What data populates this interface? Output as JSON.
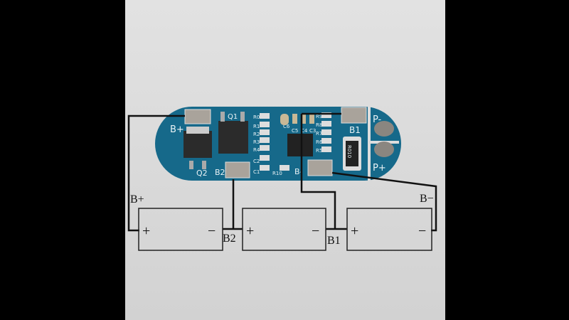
{
  "board": {
    "pads": {
      "b_plus": "B+",
      "b2": "B2",
      "b1": "B1",
      "b_minus": "B-",
      "p_minus": "P-",
      "p_plus": "P+"
    },
    "components": {
      "q1": "Q1",
      "q2": "Q2",
      "sense_resistor": "R010",
      "caps": [
        "C1",
        "C2",
        "C3",
        "C4",
        "C5",
        "C6"
      ],
      "resistors": [
        "R0",
        "R1",
        "R2",
        "R3",
        "R4",
        "R5",
        "R6",
        "R7",
        "R8",
        "R9",
        "R10"
      ]
    }
  },
  "diagram": {
    "labels": {
      "b_plus": "B+",
      "b2": "B2",
      "b1": "B1",
      "b_minus": "B−"
    },
    "cells": [
      {
        "plus": "+",
        "minus": "−"
      },
      {
        "plus": "+",
        "minus": "−"
      },
      {
        "plus": "+",
        "minus": "−"
      }
    ]
  },
  "colors": {
    "board": "#16698a",
    "background": "#d9d9d9",
    "wire": "#111111"
  }
}
